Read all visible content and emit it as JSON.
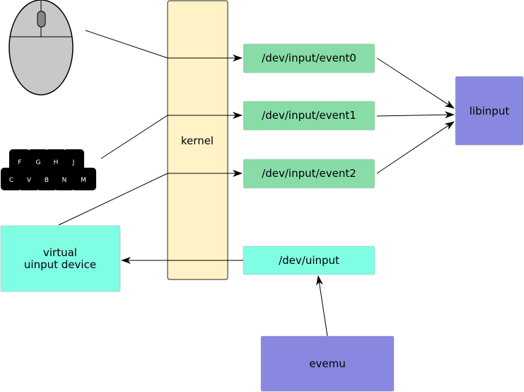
{
  "kernel": {
    "label": "kernel"
  },
  "devices": {
    "event0": "/dev/input/event0",
    "event1": "/dev/input/event1",
    "event2": "/dev/input/event2",
    "uinput": "/dev/uinput"
  },
  "libinput": {
    "label": "libinput"
  },
  "evemu": {
    "label": "evemu"
  },
  "virtual_device": {
    "line1": "virtual",
    "line2": "uinput device"
  },
  "keyboard": {
    "top_row": [
      "F",
      "G",
      "H",
      "J"
    ],
    "bottom_row": [
      "C",
      "V",
      "B",
      "N",
      "M"
    ]
  },
  "colors": {
    "kernel_fill": "#fff2c6",
    "device_fill": "#88dca8",
    "uinput_fill": "#80fee4",
    "libinput_fill": "#8888e0",
    "mouse_fill": "#c8c8c8"
  }
}
